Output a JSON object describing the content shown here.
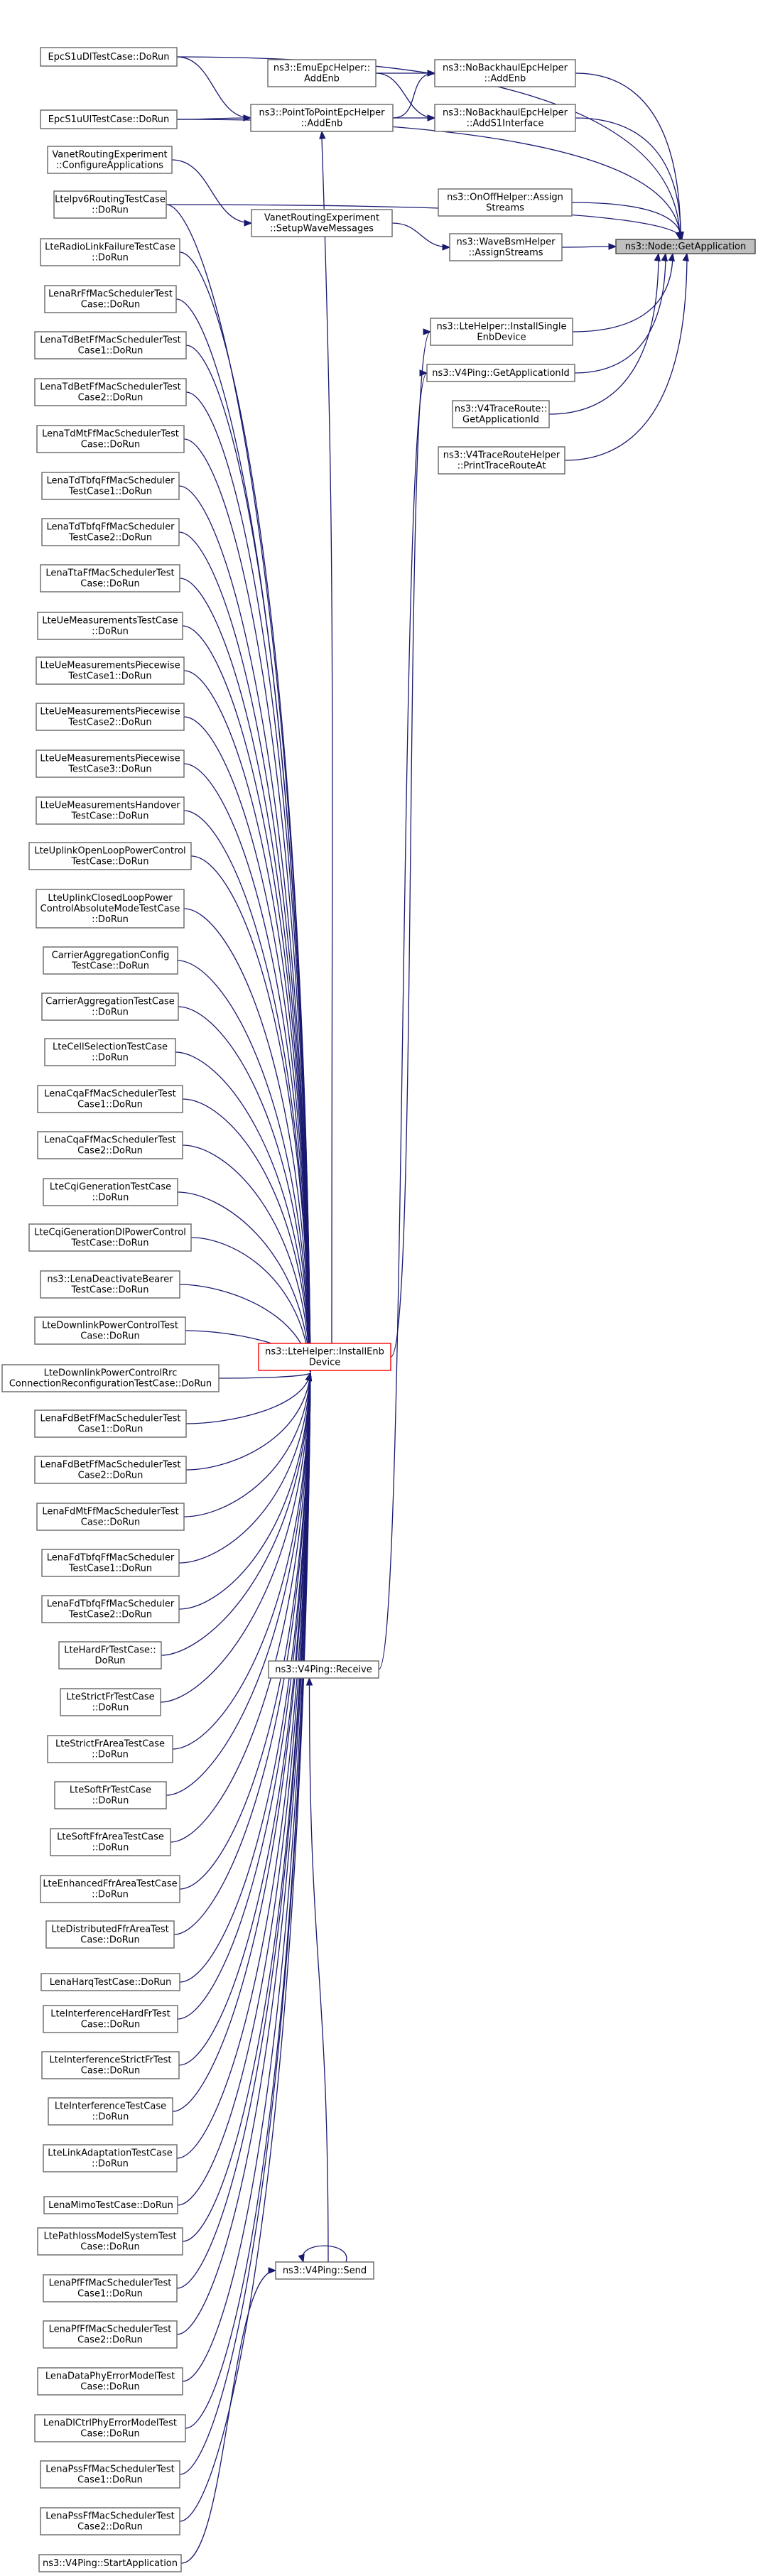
{
  "colors": {
    "edge": "#191970",
    "node_border": "#666666",
    "target_fill": "#bfbfbf",
    "highlight_border": "#ff0000",
    "background": "#ffffff"
  },
  "nodes": [
    {
      "id": "get_application",
      "lines": [
        "ns3::Node::GetApplication"
      ],
      "kind": "target"
    },
    {
      "id": "epc_s1u_dl",
      "lines": [
        "EpcS1uDlTestCase::DoRun"
      ]
    },
    {
      "id": "emu_epc",
      "lines": [
        "ns3::EmuEpcHelper::",
        "AddEnb"
      ]
    },
    {
      "id": "nobackhaul_addenb",
      "lines": [
        "ns3::NoBackhaulEpcHelper",
        "::AddEnb"
      ]
    },
    {
      "id": "epc_s1u_ul",
      "lines": [
        "EpcS1uUlTestCase::DoRun"
      ]
    },
    {
      "id": "p2p_epc",
      "lines": [
        "ns3::PointToPointEpcHelper",
        "::AddEnb"
      ]
    },
    {
      "id": "nobackhaul_adds1",
      "lines": [
        "ns3::NoBackhaulEpcHelper",
        "::AddS1Interface"
      ]
    },
    {
      "id": "vanet_configure",
      "lines": [
        "VanetRoutingExperiment",
        "::ConfigureApplications"
      ]
    },
    {
      "id": "onoff_assign",
      "lines": [
        "ns3::OnOffHelper::Assign",
        "Streams"
      ]
    },
    {
      "id": "ipv6_routing",
      "lines": [
        "LteIpv6RoutingTestCase",
        "::DoRun"
      ]
    },
    {
      "id": "vanet_setup",
      "lines": [
        "VanetRoutingExperiment",
        "::SetupWaveMessages"
      ]
    },
    {
      "id": "wave_bsm",
      "lines": [
        "ns3::WaveBsmHelper",
        "::AssignStreams"
      ]
    },
    {
      "id": "radio_link_failure",
      "lines": [
        "LteRadioLinkFailureTestCase",
        "::DoRun"
      ]
    },
    {
      "id": "install_single",
      "lines": [
        "ns3::LteHelper::InstallSingle",
        "EnbDevice"
      ]
    },
    {
      "id": "rr_ff",
      "lines": [
        "LenaRrFfMacSchedulerTest",
        "Case::DoRun"
      ]
    },
    {
      "id": "v4ping_getappid",
      "lines": [
        "ns3::V4Ping::GetApplicationId"
      ]
    },
    {
      "id": "v4traceroute_getappid",
      "lines": [
        "ns3::V4TraceRoute::",
        "GetApplicationId"
      ]
    },
    {
      "id": "tdbet_1",
      "lines": [
        "LenaTdBetFfMacSchedulerTest",
        "Case1::DoRun"
      ]
    },
    {
      "id": "v4traceroute_print",
      "lines": [
        "ns3::V4TraceRouteHelper",
        "::PrintTraceRouteAt"
      ]
    },
    {
      "id": "tdbet_2",
      "lines": [
        "LenaTdBetFfMacSchedulerTest",
        "Case2::DoRun"
      ]
    },
    {
      "id": "tdmt",
      "lines": [
        "LenaTdMtFfMacSchedulerTest",
        "Case::DoRun"
      ]
    },
    {
      "id": "tdtbfq_1",
      "lines": [
        "LenaTdTbfqFfMacScheduler",
        "TestCase1::DoRun"
      ]
    },
    {
      "id": "tdtbfq_2",
      "lines": [
        "LenaTdTbfqFfMacScheduler",
        "TestCase2::DoRun"
      ]
    },
    {
      "id": "tta",
      "lines": [
        "LenaTtaFfMacSchedulerTest",
        "Case::DoRun"
      ]
    },
    {
      "id": "ue_meas",
      "lines": [
        "LteUeMeasurementsTestCase",
        "::DoRun"
      ]
    },
    {
      "id": "ue_meas_pw1",
      "lines": [
        "LteUeMeasurementsPiecewise",
        "TestCase1::DoRun"
      ]
    },
    {
      "id": "ue_meas_pw2",
      "lines": [
        "LteUeMeasurementsPiecewise",
        "TestCase2::DoRun"
      ]
    },
    {
      "id": "ue_meas_pw3",
      "lines": [
        "LteUeMeasurementsPiecewise",
        "TestCase3::DoRun"
      ]
    },
    {
      "id": "ue_meas_ho",
      "lines": [
        "LteUeMeasurementsHandover",
        "TestCase::DoRun"
      ]
    },
    {
      "id": "ul_open_loop",
      "lines": [
        "LteUplinkOpenLoopPowerControl",
        "TestCase::DoRun"
      ]
    },
    {
      "id": "ul_closed_loop",
      "lines": [
        "LteUplinkClosedLoopPower",
        "ControlAbsoluteModeTestCase",
        "::DoRun"
      ]
    },
    {
      "id": "ca_config",
      "lines": [
        "CarrierAggregationConfig",
        "TestCase::DoRun"
      ]
    },
    {
      "id": "ca_test",
      "lines": [
        "CarrierAggregationTestCase",
        "::DoRun"
      ]
    },
    {
      "id": "cell_selection",
      "lines": [
        "LteCellSelectionTestCase",
        "::DoRun"
      ]
    },
    {
      "id": "cqa_1",
      "lines": [
        "LenaCqaFfMacSchedulerTest",
        "Case1::DoRun"
      ]
    },
    {
      "id": "cqa_2",
      "lines": [
        "LenaCqaFfMacSchedulerTest",
        "Case2::DoRun"
      ]
    },
    {
      "id": "cqi_gen",
      "lines": [
        "LteCqiGenerationTestCase",
        "::DoRun"
      ]
    },
    {
      "id": "cqi_gen_dl_pc",
      "lines": [
        "LteCqiGenerationDlPowerControl",
        "TestCase::DoRun"
      ]
    },
    {
      "id": "lena_deactivate",
      "lines": [
        "ns3::LenaDeactivateBearer",
        "TestCase::DoRun"
      ]
    },
    {
      "id": "dl_pc",
      "lines": [
        "LteDownlinkPowerControlTest",
        "Case::DoRun"
      ]
    },
    {
      "id": "install_enb",
      "lines": [
        "ns3::LteHelper::InstallEnb",
        "Device"
      ],
      "kind": "highlight"
    },
    {
      "id": "dl_pc_rrc",
      "lines": [
        "LteDownlinkPowerControlRrc",
        "ConnectionReconfigurationTestCase::DoRun"
      ]
    },
    {
      "id": "fdbet_1",
      "lines": [
        "LenaFdBetFfMacSchedulerTest",
        "Case1::DoRun"
      ]
    },
    {
      "id": "fdbet_2",
      "lines": [
        "LenaFdBetFfMacSchedulerTest",
        "Case2::DoRun"
      ]
    },
    {
      "id": "fdmt",
      "lines": [
        "LenaFdMtFfMacSchedulerTest",
        "Case::DoRun"
      ]
    },
    {
      "id": "fdtbfq_1",
      "lines": [
        "LenaFdTbfqFfMacScheduler",
        "TestCase1::DoRun"
      ]
    },
    {
      "id": "fdtbfq_2",
      "lines": [
        "LenaFdTbfqFfMacScheduler",
        "TestCase2::DoRun"
      ]
    },
    {
      "id": "hard_fr",
      "lines": [
        "LteHardFrTestCase::",
        "DoRun"
      ]
    },
    {
      "id": "v4ping_receive",
      "lines": [
        "ns3::V4Ping::Receive"
      ]
    },
    {
      "id": "strict_fr",
      "lines": [
        "LteStrictFrTestCase",
        "::DoRun"
      ]
    },
    {
      "id": "strict_fr_area",
      "lines": [
        "LteStrictFrAreaTestCase",
        "::DoRun"
      ]
    },
    {
      "id": "soft_fr",
      "lines": [
        "LteSoftFrTestCase",
        "::DoRun"
      ]
    },
    {
      "id": "soft_ffr_area",
      "lines": [
        "LteSoftFfrAreaTestCase",
        "::DoRun"
      ]
    },
    {
      "id": "enhanced_ffr",
      "lines": [
        "LteEnhancedFfrAreaTestCase",
        "::DoRun"
      ]
    },
    {
      "id": "distributed_ffr",
      "lines": [
        "LteDistributedFfrAreaTest",
        "Case::DoRun"
      ]
    },
    {
      "id": "harq",
      "lines": [
        "LenaHarqTestCase::DoRun"
      ]
    },
    {
      "id": "interference_hard_fr",
      "lines": [
        "LteInterferenceHardFrTest",
        "Case::DoRun"
      ]
    },
    {
      "id": "interference_strict_fr",
      "lines": [
        "LteInterferenceStrictFrTest",
        "Case::DoRun"
      ]
    },
    {
      "id": "interference",
      "lines": [
        "LteInterferenceTestCase",
        "::DoRun"
      ]
    },
    {
      "id": "link_adaptation",
      "lines": [
        "LteLinkAdaptationTestCase",
        "::DoRun"
      ]
    },
    {
      "id": "mimo",
      "lines": [
        "LenaMimoTestCase::DoRun"
      ]
    },
    {
      "id": "pathloss",
      "lines": [
        "LtePathlossModelSystemTest",
        "Case::DoRun"
      ]
    },
    {
      "id": "v4ping_send",
      "lines": [
        "ns3::V4Ping::Send"
      ]
    },
    {
      "id": "pf_1",
      "lines": [
        "LenaPfFfMacSchedulerTest",
        "Case1::DoRun"
      ]
    },
    {
      "id": "pf_2",
      "lines": [
        "LenaPfFfMacSchedulerTest",
        "Case2::DoRun"
      ]
    },
    {
      "id": "data_phy_error",
      "lines": [
        "LenaDataPhyErrorModelTest",
        "Case::DoRun"
      ]
    },
    {
      "id": "dl_ctrl_phy_error",
      "lines": [
        "LenaDlCtrlPhyErrorModelTest",
        "Case::DoRun"
      ]
    },
    {
      "id": "pss_1",
      "lines": [
        "LenaPssFfMacSchedulerTest",
        "Case1::DoRun"
      ]
    },
    {
      "id": "pss_2",
      "lines": [
        "LenaPssFfMacSchedulerTest",
        "Case2::DoRun"
      ]
    },
    {
      "id": "v4ping_start",
      "lines": [
        "ns3::V4Ping::StartApplication"
      ]
    }
  ],
  "edges": [
    [
      "epc_s1u_dl",
      "get_application"
    ],
    [
      "epc_s1u_ul",
      "get_application"
    ],
    [
      "nobackhaul_addenb",
      "get_application"
    ],
    [
      "nobackhaul_adds1",
      "get_application"
    ],
    [
      "onoff_assign",
      "get_application"
    ],
    [
      "wave_bsm",
      "get_application"
    ],
    [
      "ipv6_routing",
      "get_application"
    ],
    [
      "install_single",
      "get_application"
    ],
    [
      "v4ping_getappid",
      "get_application"
    ],
    [
      "v4traceroute_getappid",
      "get_application"
    ],
    [
      "v4traceroute_print",
      "get_application"
    ],
    [
      "epc_s1u_dl",
      "p2p_epc"
    ],
    [
      "epc_s1u_ul",
      "p2p_epc"
    ],
    [
      "emu_epc",
      "nobackhaul_addenb"
    ],
    [
      "emu_epc",
      "nobackhaul_adds1"
    ],
    [
      "p2p_epc",
      "nobackhaul_addenb"
    ],
    [
      "p2p_epc",
      "nobackhaul_adds1"
    ],
    [
      "vanet_configure",
      "vanet_setup"
    ],
    [
      "vanet_setup",
      "wave_bsm"
    ],
    [
      "install_enb",
      "p2p_epc"
    ],
    [
      "install_enb",
      "install_single"
    ],
    [
      "v4ping_receive",
      "v4ping_getappid"
    ],
    [
      "v4ping_send",
      "v4ping_receive"
    ],
    [
      "v4ping_send",
      "v4ping_send"
    ],
    [
      "v4ping_start",
      "v4ping_send"
    ],
    [
      "ipv6_routing",
      "install_enb"
    ],
    [
      "radio_link_failure",
      "install_enb"
    ],
    [
      "rr_ff",
      "install_enb"
    ],
    [
      "tdbet_1",
      "install_enb"
    ],
    [
      "tdbet_2",
      "install_enb"
    ],
    [
      "tdmt",
      "install_enb"
    ],
    [
      "tdtbfq_1",
      "install_enb"
    ],
    [
      "tdtbfq_2",
      "install_enb"
    ],
    [
      "tta",
      "install_enb"
    ],
    [
      "ue_meas",
      "install_enb"
    ],
    [
      "ue_meas_pw1",
      "install_enb"
    ],
    [
      "ue_meas_pw2",
      "install_enb"
    ],
    [
      "ue_meas_pw3",
      "install_enb"
    ],
    [
      "ue_meas_ho",
      "install_enb"
    ],
    [
      "ul_open_loop",
      "install_enb"
    ],
    [
      "ul_closed_loop",
      "install_enb"
    ],
    [
      "ca_config",
      "install_enb"
    ],
    [
      "ca_test",
      "install_enb"
    ],
    [
      "cell_selection",
      "install_enb"
    ],
    [
      "cqa_1",
      "install_enb"
    ],
    [
      "cqa_2",
      "install_enb"
    ],
    [
      "cqi_gen",
      "install_enb"
    ],
    [
      "cqi_gen_dl_pc",
      "install_enb"
    ],
    [
      "lena_deactivate",
      "install_enb"
    ],
    [
      "dl_pc",
      "install_enb"
    ],
    [
      "dl_pc_rrc",
      "install_enb"
    ],
    [
      "fdbet_1",
      "install_enb"
    ],
    [
      "fdbet_2",
      "install_enb"
    ],
    [
      "fdmt",
      "install_enb"
    ],
    [
      "fdtbfq_1",
      "install_enb"
    ],
    [
      "fdtbfq_2",
      "install_enb"
    ],
    [
      "hard_fr",
      "install_enb"
    ],
    [
      "strict_fr",
      "install_enb"
    ],
    [
      "strict_fr_area",
      "install_enb"
    ],
    [
      "soft_fr",
      "install_enb"
    ],
    [
      "soft_ffr_area",
      "install_enb"
    ],
    [
      "enhanced_ffr",
      "install_enb"
    ],
    [
      "distributed_ffr",
      "install_enb"
    ],
    [
      "harq",
      "install_enb"
    ],
    [
      "interference_hard_fr",
      "install_enb"
    ],
    [
      "interference_strict_fr",
      "install_enb"
    ],
    [
      "interference",
      "install_enb"
    ],
    [
      "link_adaptation",
      "install_enb"
    ],
    [
      "mimo",
      "install_enb"
    ],
    [
      "pathloss",
      "install_enb"
    ],
    [
      "pf_1",
      "install_enb"
    ],
    [
      "pf_2",
      "install_enb"
    ],
    [
      "data_phy_error",
      "install_enb"
    ],
    [
      "dl_ctrl_phy_error",
      "install_enb"
    ],
    [
      "pss_1",
      "install_enb"
    ],
    [
      "pss_2",
      "install_enb"
    ]
  ]
}
